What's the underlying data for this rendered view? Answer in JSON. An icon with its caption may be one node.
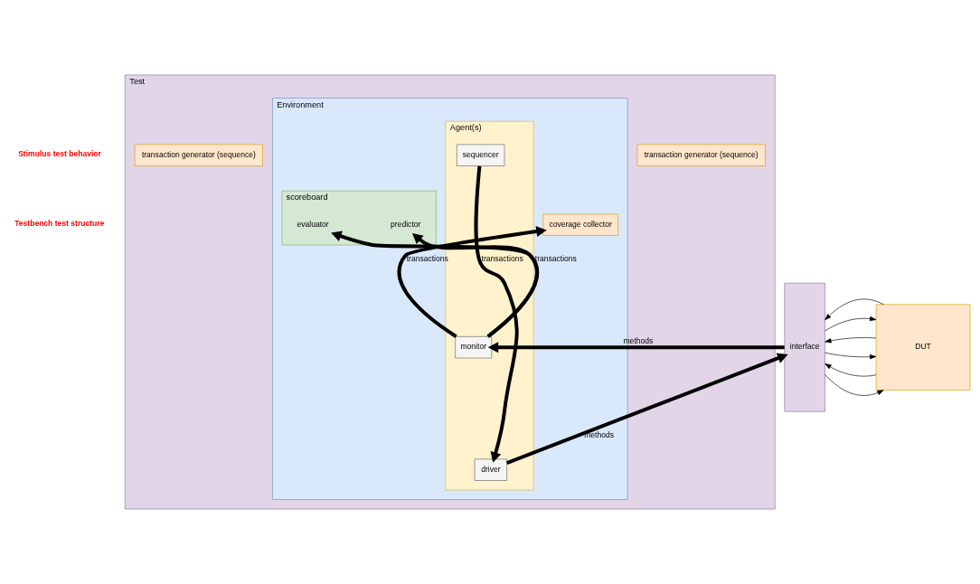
{
  "diagram": {
    "nodes": [
      {
        "text": [
          "Test"
        ]
      },
      {
        "text": [
          "transaction generator (sequence)"
        ],
        "in": 0
      },
      {
        "text": [
          "transaction generator (sequence)"
        ],
        "in": 0
      },
      {
        "text": [
          "Environment"
        ],
        "in": 0
      },
      {
        "text": [
          "coverage collector"
        ],
        "in": 3
      },
      {
        "text": [
          "scoreboard"
        ],
        "in": 3
      },
      {
        "text": [
          "predictor"
        ],
        "in": 5
      },
      {
        "text": [
          "evaluator"
        ],
        "in": 5
      },
      {
        "text": [
          "Agent(s)"
        ],
        "in": 3
      },
      {
        "text": [
          "monitor"
        ],
        "in": 8
      },
      {
        "text": [
          "sequencer"
        ],
        "in": 8
      },
      {
        "text": [
          "driver"
        ],
        "in": 8
      },
      {
        "text": [
          "interface"
        ]
      },
      {
        "text": [
          "DUT"
        ]
      }
    ],
    "edges": [
      {
        "from": 9,
        "to": 4,
        "arrow": "to",
        "label": "transactions",
        "style": "thick"
      },
      {
        "from": 9,
        "to": 6,
        "arrow": "to",
        "style": "thick"
      },
      {
        "from": 9,
        "to": 7,
        "arrow": "to",
        "label": "transactions",
        "style": "thick"
      },
      {
        "from": 12,
        "to": 9,
        "arrow": "to",
        "label": "methods",
        "style": "thick"
      },
      {
        "from": 10,
        "to": 11,
        "arrow": "to",
        "label": "transactions",
        "style": "thick"
      },
      {
        "from": 11,
        "to": 12,
        "arrow": "to",
        "label": "methods",
        "style": "thick"
      },
      {
        "from": 12,
        "to": 13,
        "arrow": "to"
      },
      {
        "from": 13,
        "to": 12,
        "arrow": "to"
      },
      {
        "from": 12,
        "to": 13,
        "arrow": "to"
      },
      {
        "from": 13,
        "to": 12,
        "arrow": "to"
      },
      {
        "from": 12,
        "to": 13,
        "arrow": "to"
      },
      {
        "from": 13,
        "to": 12,
        "arrow": "to"
      }
    ],
    "labels": [
      "Stimulus test behavior",
      "Testbench test structure"
    ]
  }
}
